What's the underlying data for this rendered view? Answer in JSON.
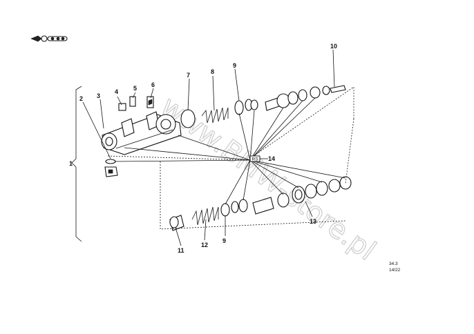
{
  "watermark": "www.BMW-store.pl",
  "callouts": [
    "1",
    "2",
    "3",
    "4",
    "5",
    "6",
    "7",
    "8",
    "9",
    "10",
    "11",
    "12",
    "9",
    "13",
    "14"
  ],
  "box_label": "RS",
  "ref_code": "34.3",
  "ref_page": "14/22"
}
